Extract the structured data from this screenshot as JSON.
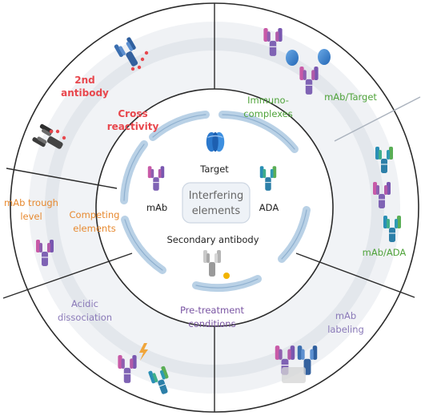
{
  "center": {
    "line1": "Interfering",
    "line2": "elements"
  },
  "inner_labels": {
    "target": "Target",
    "mab": "mAb",
    "ada": "ADA",
    "secondary": "Secondary antibody"
  },
  "middle_labels": {
    "cross_reactivity": [
      "Cross",
      "reactivity"
    ],
    "immunocomplexes": [
      "Immuno-",
      "complexes"
    ],
    "competing_elements": [
      "Competing",
      "elements"
    ],
    "pretreatment": [
      "Pre-treatment",
      "conditions"
    ]
  },
  "outer_labels": {
    "second_antibody": [
      "2nd",
      "antibody"
    ],
    "mab_target": "mAb/Target",
    "mab_ada": "mAb/ADA",
    "mab_trough": [
      "mAb trough",
      "level"
    ],
    "acidic": [
      "Acidic",
      "dissociation"
    ],
    "mab_labeling": [
      "mAb",
      "labeling"
    ]
  },
  "colors": {
    "red": "#e8474d",
    "green": "#4fa33a",
    "orange": "#e7892f",
    "purple": "#7a55a3",
    "lavender": "#8a79b8",
    "ring_fill": "#f3f5f8",
    "ring_band": "#e4e8ee",
    "bracket": "#c9daea",
    "target_blue": "#2f7fd1"
  },
  "icons": [
    "antibody-icon",
    "target-protein-icon",
    "lightning-icon",
    "gold-label-icon"
  ]
}
